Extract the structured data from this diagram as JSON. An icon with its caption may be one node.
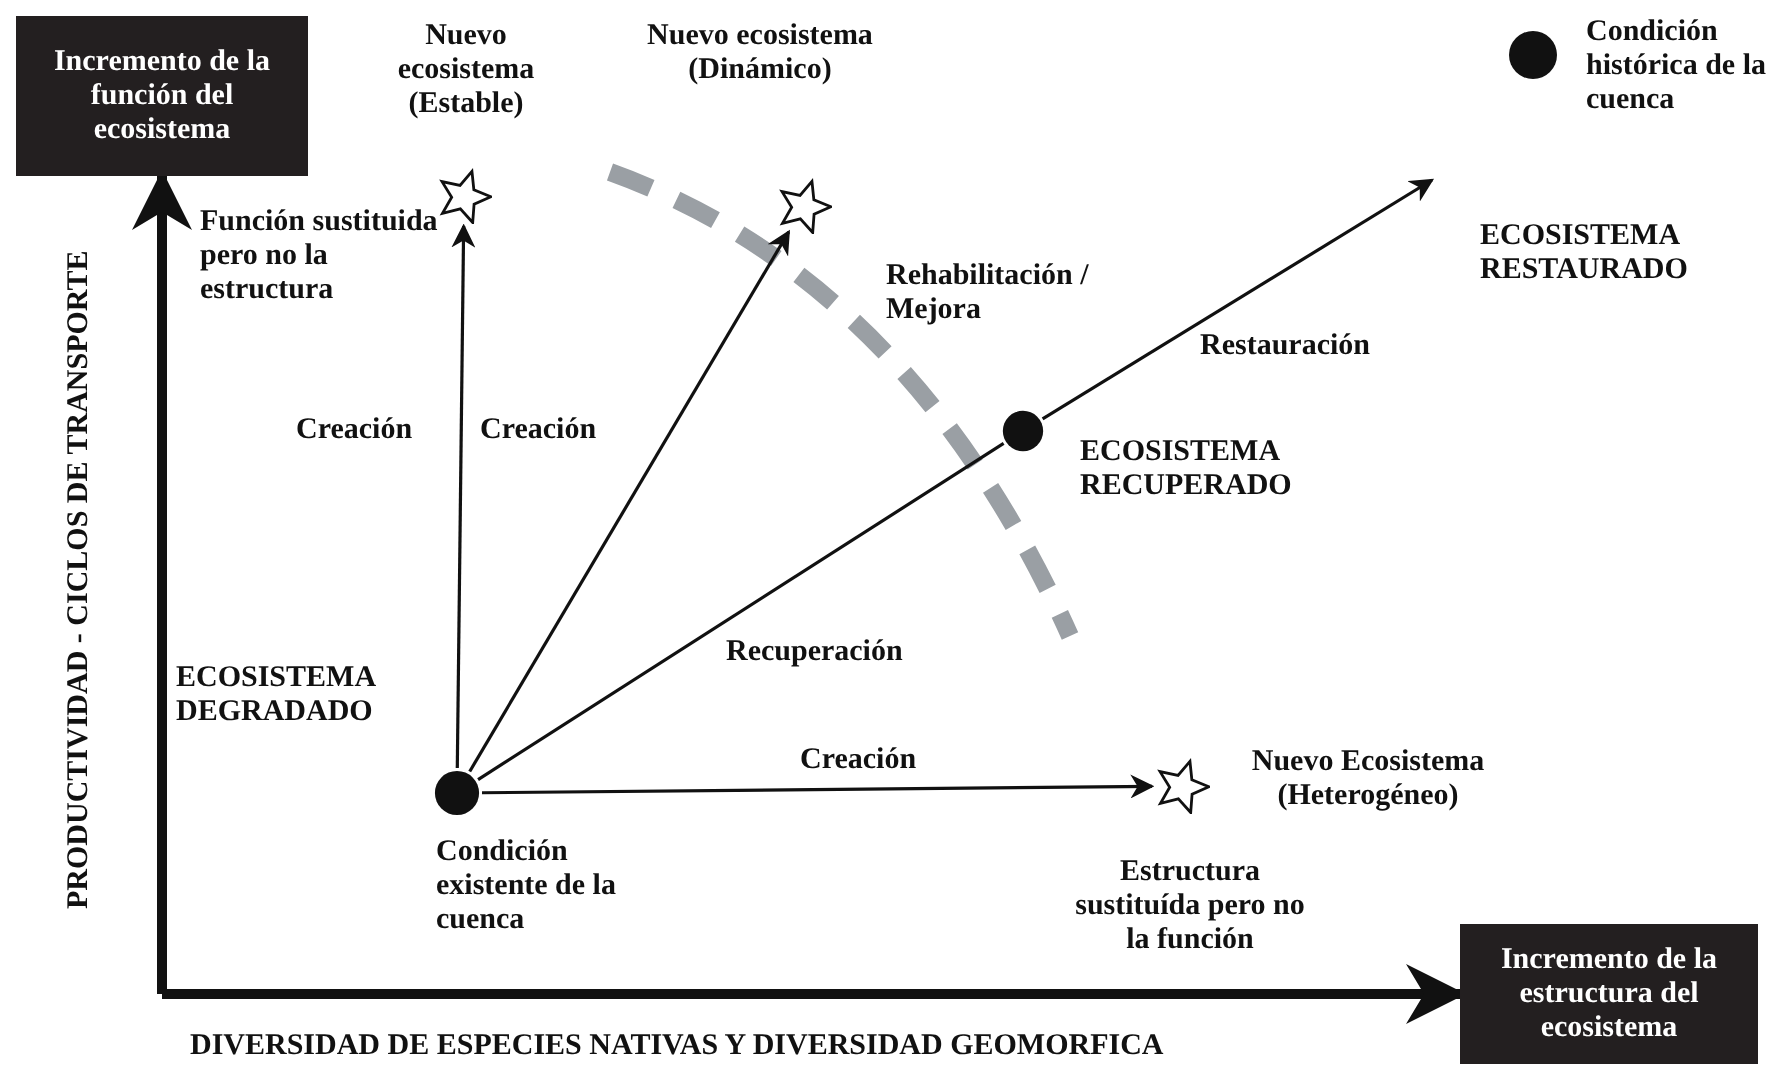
{
  "diagram": {
    "nodes": [
      {
        "text": [
          "Incremento de la función del ecosistema"
        ]
      },
      {
        "text": [
          "Incremento de la estructura del ecosistema"
        ]
      },
      {
        "text": [],
        "shape": "star",
        "beside": [
          "Nuevo ecosistema (Estable)",
          "Función sustituida pero no la estructura"
        ]
      },
      {
        "text": [],
        "shape": "star",
        "beside": [
          "Nuevo ecosistema (Dinámico)"
        ]
      },
      {
        "text": [],
        "shape": "circle",
        "beside": [
          "Condición histórica de la cuenca"
        ]
      },
      {
        "text": [],
        "shape": "circle",
        "beside": [
          "ECOSISTEMA RECUPERADO"
        ]
      },
      {
        "text": [],
        "shape": "circle",
        "beside": [
          "ECOSISTEMA DEGRADADO",
          "Condición existente de la cuenca"
        ]
      },
      {
        "text": [],
        "shape": "star",
        "beside": [
          "Nuevo Ecosistema (Heterogéneo)",
          "Estructura sustituída pero no la función"
        ]
      }
    ],
    "edges": [
      {
        "from": null,
        "to": 0,
        "arrow": "to",
        "style": "thick"
      },
      {
        "from": null,
        "to": 1,
        "arrow": "to",
        "style": "thick"
      },
      {
        "from": 6,
        "to": 2,
        "arrow": "to",
        "label": "Creación"
      },
      {
        "from": 6,
        "to": 3,
        "arrow": "to",
        "label": "Rehabilitación / Mejora"
      },
      {
        "from": 6,
        "to": 5,
        "arrow": "none",
        "label": "Recuperación"
      },
      {
        "from": 5,
        "to": null,
        "arrow": "to",
        "label": "Restauración"
      },
      {
        "from": 6,
        "to": 7,
        "arrow": "to",
        "label": "Creación"
      }
    ],
    "labels": [
      "Creación",
      "ECOSISTEMA RESTAURADO",
      "PRODUCTIVIDAD - CICLOS DE TRANSPORTE",
      "DIVERSIDAD DE ESPECIES NATIVAS Y DIVERSIDAD GEOMORFICA"
    ]
  }
}
